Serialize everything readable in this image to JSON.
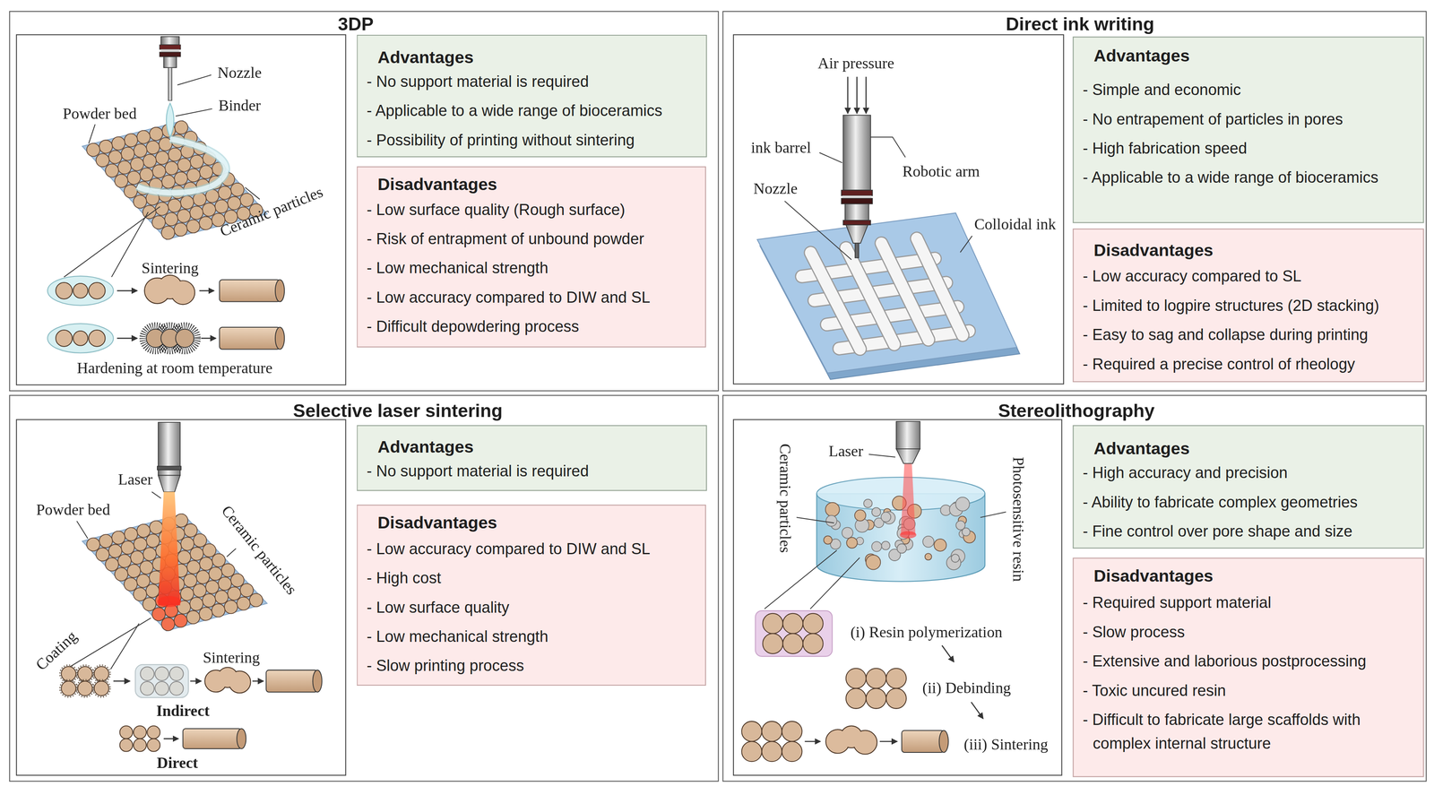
{
  "diagram": {
    "nodes": [
      {
        "text": [
          "3DP"
        ]
      },
      {
        "text": [
          "Advantages",
          "- No support material is required",
          "- Applicable to a wide range of bioceramics",
          "- Possibility of printing without sintering"
        ],
        "in": 0
      },
      {
        "text": [
          "Disadvantages",
          "- Low surface quality (Rough surface)",
          "- Risk of entrapment of unbound powder",
          "- Low mechanical strength",
          "- Low accuracy compared to DIW and SL",
          "- Difficult depowdering process"
        ],
        "in": 0
      },
      {
        "text": [
          "Direct ink writing"
        ]
      },
      {
        "text": [
          "Advantages",
          "- Simple and economic",
          "- No entrapement of particles in pores",
          "- High fabrication speed",
          "- Applicable to a wide range of bioceramics"
        ],
        "in": 3
      },
      {
        "text": [
          "Disadvantages",
          "- Low accuracy compared to SL",
          "- Limited to logpire structures (2D stacking)",
          "- Easy to sag and collapse during printing",
          "- Required a precise control of rheology"
        ],
        "in": 3
      },
      {
        "text": [
          "Selective laser sintering"
        ]
      },
      {
        "text": [
          "Advantages",
          "- No support material is required"
        ],
        "in": 6
      },
      {
        "text": [
          "Disadvantages",
          "- Low accuracy compared to DIW and SL",
          "- High cost",
          "- Low surface quality",
          "- Low mechanical strength",
          "- Slow printing process"
        ],
        "in": 6
      },
      {
        "text": [
          "Stereolithography"
        ]
      },
      {
        "text": [
          "Advantages",
          "- High accuracy and precision",
          "- Ability to fabricate complex geometries",
          "- Fine control over pore shape and size"
        ],
        "in": 9
      },
      {
        "text": [
          "Disadvantages",
          "- Required support material",
          "- Slow process",
          "- Extensive and laborious postprocessing",
          "- Toxic uncured resin",
          "- Difficult to fabricate large scaffolds with complex internal structure"
        ],
        "in": 9
      }
    ],
    "labels": [
      "Nozzle",
      "Binder",
      "Powder bed",
      "Ceramic particles",
      "Sintering",
      "Hardening at room temperature",
      "Air pressure",
      "ink barrel",
      "Robotic arm",
      "Nozzle",
      "Colloidal ink",
      "Laser",
      "Powder bed",
      "Ceramic particles",
      "Coating",
      "Sintering",
      "Indirect",
      "Direct",
      "Laser",
      "Ceramic particles",
      "Photosensitive resin",
      "(i) Resin polymerization",
      "(ii) Debinding",
      "(iii) Sintering"
    ]
  }
}
